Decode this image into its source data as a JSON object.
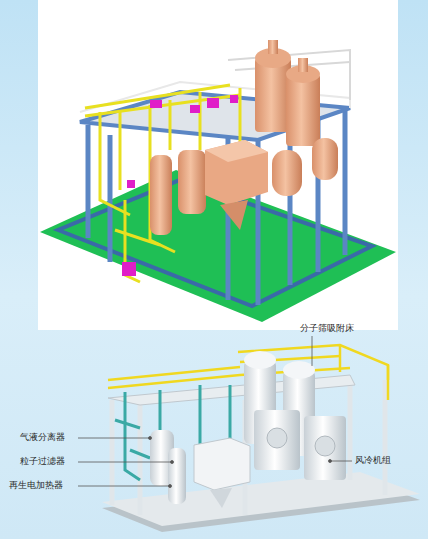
{
  "diagram": {
    "labels": [
      "分子筛吸附床",
      "气液分离器",
      "粒子过滤器",
      "再生电加热器",
      "风冷机组"
    ]
  }
}
